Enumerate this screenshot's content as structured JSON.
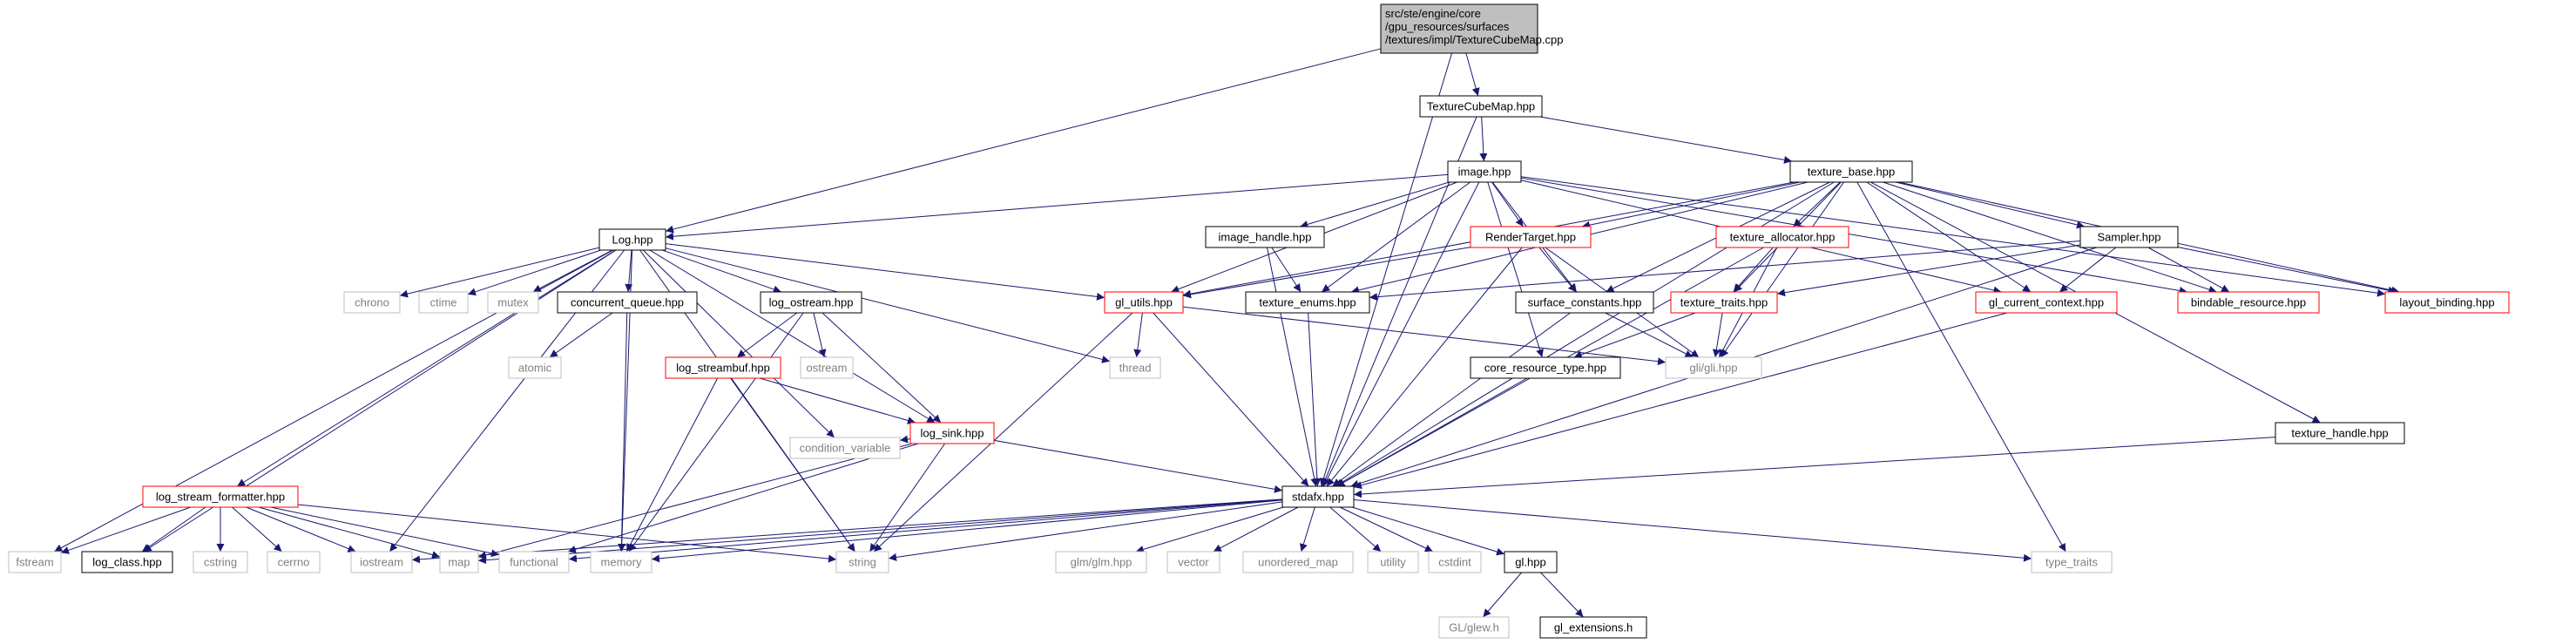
{
  "colors": {
    "edge": "#191970",
    "border_normal": "#000000",
    "border_truncated": "#ff0000",
    "border_system": "#bfbfbf",
    "fill_root": "#bfbfbf",
    "fill_default": "#ffffff",
    "text_system": "#808080",
    "text_default": "#000000"
  },
  "nodes": [
    {
      "id": "root",
      "lines": [
        "src/ste/engine/core",
        "/gpu_resources/surfaces",
        "/textures/impl/TextureCubeMap.cpp"
      ],
      "kind": "root"
    },
    {
      "id": "tcm",
      "lines": [
        "TextureCubeMap.hpp"
      ],
      "kind": "normal"
    },
    {
      "id": "image",
      "lines": [
        "image.hpp"
      ],
      "kind": "normal"
    },
    {
      "id": "texbase",
      "lines": [
        "texture_base.hpp"
      ],
      "kind": "normal"
    },
    {
      "id": "log",
      "lines": [
        "Log.hpp"
      ],
      "kind": "normal"
    },
    {
      "id": "imghandle",
      "lines": [
        "image_handle.hpp"
      ],
      "kind": "normal"
    },
    {
      "id": "rendertarget",
      "lines": [
        "RenderTarget.hpp"
      ],
      "kind": "truncated"
    },
    {
      "id": "texalloc",
      "lines": [
        "texture_allocator.hpp"
      ],
      "kind": "truncated"
    },
    {
      "id": "sampler",
      "lines": [
        "Sampler.hpp"
      ],
      "kind": "normal"
    },
    {
      "id": "chrono",
      "lines": [
        "chrono"
      ],
      "kind": "system"
    },
    {
      "id": "ctime",
      "lines": [
        "ctime"
      ],
      "kind": "system"
    },
    {
      "id": "mutex",
      "lines": [
        "mutex"
      ],
      "kind": "system"
    },
    {
      "id": "cqueue",
      "lines": [
        "concurrent_queue.hpp"
      ],
      "kind": "normal"
    },
    {
      "id": "logostream",
      "lines": [
        "log_ostream.hpp"
      ],
      "kind": "normal"
    },
    {
      "id": "glutils",
      "lines": [
        "gl_utils.hpp"
      ],
      "kind": "truncated"
    },
    {
      "id": "texenums",
      "lines": [
        "texture_enums.hpp"
      ],
      "kind": "normal"
    },
    {
      "id": "surfconst",
      "lines": [
        "surface_constants.hpp"
      ],
      "kind": "normal"
    },
    {
      "id": "textraits",
      "lines": [
        "texture_traits.hpp"
      ],
      "kind": "truncated"
    },
    {
      "id": "glctx",
      "lines": [
        "gl_current_context.hpp"
      ],
      "kind": "truncated"
    },
    {
      "id": "bindres",
      "lines": [
        "bindable_resource.hpp"
      ],
      "kind": "truncated"
    },
    {
      "id": "layoutbind",
      "lines": [
        "layout_binding.hpp"
      ],
      "kind": "truncated"
    },
    {
      "id": "atomic",
      "lines": [
        "atomic"
      ],
      "kind": "system"
    },
    {
      "id": "logstreambuf",
      "lines": [
        "log_streambuf.hpp"
      ],
      "kind": "truncated"
    },
    {
      "id": "ostream",
      "lines": [
        "ostream"
      ],
      "kind": "system"
    },
    {
      "id": "thread",
      "lines": [
        "thread"
      ],
      "kind": "system"
    },
    {
      "id": "coreres",
      "lines": [
        "core_resource_type.hpp"
      ],
      "kind": "normal"
    },
    {
      "id": "gli",
      "lines": [
        "gli/gli.hpp"
      ],
      "kind": "system"
    },
    {
      "id": "logsink",
      "lines": [
        "log_sink.hpp"
      ],
      "kind": "truncated"
    },
    {
      "id": "condvar",
      "lines": [
        "condition_variable"
      ],
      "kind": "system"
    },
    {
      "id": "texhandle",
      "lines": [
        "texture_handle.hpp"
      ],
      "kind": "normal"
    },
    {
      "id": "logfmt",
      "lines": [
        "log_stream_formatter.hpp"
      ],
      "kind": "truncated"
    },
    {
      "id": "stdafx",
      "lines": [
        "stdafx.hpp"
      ],
      "kind": "normal"
    },
    {
      "id": "fstream",
      "lines": [
        "fstream"
      ],
      "kind": "system"
    },
    {
      "id": "logclass",
      "lines": [
        "log_class.hpp"
      ],
      "kind": "normal"
    },
    {
      "id": "cstring",
      "lines": [
        "cstring"
      ],
      "kind": "system"
    },
    {
      "id": "cerrno",
      "lines": [
        "cerrno"
      ],
      "kind": "system"
    },
    {
      "id": "iostream",
      "lines": [
        "iostream"
      ],
      "kind": "system"
    },
    {
      "id": "map",
      "lines": [
        "map"
      ],
      "kind": "system"
    },
    {
      "id": "functional",
      "lines": [
        "functional"
      ],
      "kind": "system"
    },
    {
      "id": "memory",
      "lines": [
        "memory"
      ],
      "kind": "system"
    },
    {
      "id": "string",
      "lines": [
        "string"
      ],
      "kind": "system"
    },
    {
      "id": "glm",
      "lines": [
        "glm/glm.hpp"
      ],
      "kind": "system"
    },
    {
      "id": "vector",
      "lines": [
        "vector"
      ],
      "kind": "system"
    },
    {
      "id": "umap",
      "lines": [
        "unordered_map"
      ],
      "kind": "system"
    },
    {
      "id": "utility",
      "lines": [
        "utility"
      ],
      "kind": "system"
    },
    {
      "id": "cstdint",
      "lines": [
        "cstdint"
      ],
      "kind": "system"
    },
    {
      "id": "glhpp",
      "lines": [
        "gl.hpp"
      ],
      "kind": "normal"
    },
    {
      "id": "typetraits",
      "lines": [
        "type_traits"
      ],
      "kind": "system"
    },
    {
      "id": "glew",
      "lines": [
        "GL/glew.h"
      ],
      "kind": "system"
    },
    {
      "id": "glext",
      "lines": [
        "gl_extensions.h"
      ],
      "kind": "normal"
    }
  ],
  "edges": [
    [
      "root",
      "tcm"
    ],
    [
      "root",
      "log"
    ],
    [
      "root",
      "stdafx"
    ],
    [
      "tcm",
      "image"
    ],
    [
      "tcm",
      "texbase"
    ],
    [
      "tcm",
      "stdafx"
    ],
    [
      "image",
      "log"
    ],
    [
      "image",
      "imghandle"
    ],
    [
      "image",
      "rendertarget"
    ],
    [
      "image",
      "glutils"
    ],
    [
      "image",
      "texenums"
    ],
    [
      "image",
      "surfconst"
    ],
    [
      "image",
      "coreres"
    ],
    [
      "image",
      "glctx"
    ],
    [
      "image",
      "bindres"
    ],
    [
      "image",
      "layoutbind"
    ],
    [
      "image",
      "stdafx"
    ],
    [
      "texbase",
      "rendertarget"
    ],
    [
      "texbase",
      "texalloc"
    ],
    [
      "texbase",
      "sampler"
    ],
    [
      "texbase",
      "glutils"
    ],
    [
      "texbase",
      "texenums"
    ],
    [
      "texbase",
      "surfconst"
    ],
    [
      "texbase",
      "textraits"
    ],
    [
      "texbase",
      "glctx"
    ],
    [
      "texbase",
      "bindres"
    ],
    [
      "texbase",
      "layoutbind"
    ],
    [
      "texbase",
      "gli"
    ],
    [
      "texbase",
      "texhandle"
    ],
    [
      "texbase",
      "typetraits"
    ],
    [
      "texbase",
      "stdafx"
    ],
    [
      "log",
      "chrono"
    ],
    [
      "log",
      "ctime"
    ],
    [
      "log",
      "mutex"
    ],
    [
      "log",
      "cqueue"
    ],
    [
      "log",
      "logostream"
    ],
    [
      "log",
      "glutils"
    ],
    [
      "log",
      "logsink"
    ],
    [
      "log",
      "logfmt"
    ],
    [
      "log",
      "fstream"
    ],
    [
      "log",
      "logclass"
    ],
    [
      "log",
      "iostream"
    ],
    [
      "log",
      "memory"
    ],
    [
      "log",
      "string"
    ],
    [
      "log",
      "condvar"
    ],
    [
      "log",
      "thread"
    ],
    [
      "imghandle",
      "texenums"
    ],
    [
      "imghandle",
      "stdafx"
    ],
    [
      "rendertarget",
      "glutils"
    ],
    [
      "rendertarget",
      "surfconst"
    ],
    [
      "rendertarget",
      "gli"
    ],
    [
      "rendertarget",
      "stdafx"
    ],
    [
      "texalloc",
      "textraits"
    ],
    [
      "texalloc",
      "gli"
    ],
    [
      "texalloc",
      "stdafx"
    ],
    [
      "sampler",
      "texenums"
    ],
    [
      "sampler",
      "textraits"
    ],
    [
      "sampler",
      "glctx"
    ],
    [
      "sampler",
      "bindres"
    ],
    [
      "sampler",
      "layoutbind"
    ],
    [
      "sampler",
      "stdafx"
    ],
    [
      "cqueue",
      "atomic"
    ],
    [
      "cqueue",
      "memory"
    ],
    [
      "logostream",
      "logstreambuf"
    ],
    [
      "logostream",
      "ostream"
    ],
    [
      "logostream",
      "logsink"
    ],
    [
      "logostream",
      "memory"
    ],
    [
      "glutils",
      "thread"
    ],
    [
      "glutils",
      "gli"
    ],
    [
      "glutils",
      "string"
    ],
    [
      "glutils",
      "stdafx"
    ],
    [
      "texenums",
      "stdafx"
    ],
    [
      "surfconst",
      "gli"
    ],
    [
      "surfconst",
      "stdafx"
    ],
    [
      "textraits",
      "coreres"
    ],
    [
      "textraits",
      "gli"
    ],
    [
      "glctx",
      "stdafx"
    ],
    [
      "logstreambuf",
      "logsink"
    ],
    [
      "logstreambuf",
      "memory"
    ],
    [
      "logstreambuf",
      "string"
    ],
    [
      "coreres",
      "stdafx"
    ],
    [
      "logsink",
      "condvar"
    ],
    [
      "logsink",
      "stdafx"
    ],
    [
      "logsink",
      "string"
    ],
    [
      "logsink",
      "map"
    ],
    [
      "logsink",
      "functional"
    ],
    [
      "texhandle",
      "stdafx"
    ],
    [
      "logfmt",
      "fstream"
    ],
    [
      "logfmt",
      "logclass"
    ],
    [
      "logfmt",
      "cstring"
    ],
    [
      "logfmt",
      "cerrno"
    ],
    [
      "logfmt",
      "iostream"
    ],
    [
      "logfmt",
      "map"
    ],
    [
      "logfmt",
      "functional"
    ],
    [
      "logfmt",
      "string"
    ],
    [
      "stdafx",
      "iostream"
    ],
    [
      "stdafx",
      "map"
    ],
    [
      "stdafx",
      "functional"
    ],
    [
      "stdafx",
      "memory"
    ],
    [
      "stdafx",
      "string"
    ],
    [
      "stdafx",
      "glm"
    ],
    [
      "stdafx",
      "vector"
    ],
    [
      "stdafx",
      "umap"
    ],
    [
      "stdafx",
      "utility"
    ],
    [
      "stdafx",
      "cstdint"
    ],
    [
      "stdafx",
      "glhpp"
    ],
    [
      "stdafx",
      "typetraits"
    ],
    [
      "glhpp",
      "glew"
    ],
    [
      "glhpp",
      "glext"
    ]
  ]
}
